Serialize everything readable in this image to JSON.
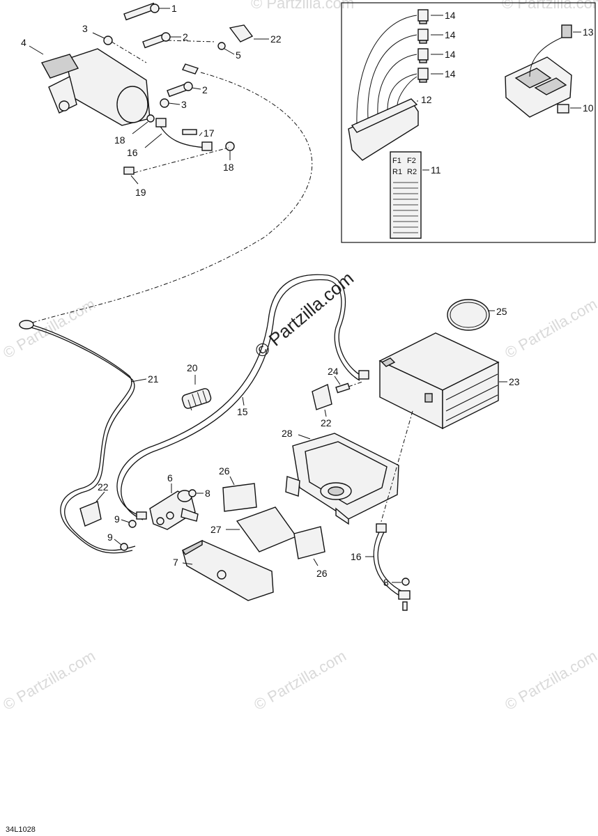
{
  "watermark": {
    "text": "© Partzilla.com",
    "center_text": "© Partzilla.com"
  },
  "callouts": {
    "c1": "1",
    "c2a": "2",
    "c2b": "2",
    "c3a": "3",
    "c3b": "3",
    "c4": "4",
    "c5": "5",
    "c22a": "22",
    "c18a": "18",
    "c16a": "16",
    "c17": "17",
    "c18b": "18",
    "c19": "19",
    "c14a": "14",
    "c14b": "14",
    "c14c": "14",
    "c14d": "14",
    "c12": "12",
    "c13": "13",
    "c10": "10",
    "c11": "11",
    "c25": "25",
    "c23": "23",
    "c24": "24",
    "c22b": "22",
    "c28": "28",
    "c20": "20",
    "c21": "21",
    "c15": "15",
    "c22c": "22",
    "c6": "6",
    "c8a": "8",
    "c9a": "9",
    "c9b": "9",
    "c26a": "26",
    "c27": "27",
    "c7": "7",
    "c26b": "26",
    "c16b": "16",
    "c8b": "8"
  },
  "label_card": {
    "codes": [
      "F1",
      "F2",
      "R1",
      "R2"
    ]
  },
  "diagram_code": "34L1028"
}
